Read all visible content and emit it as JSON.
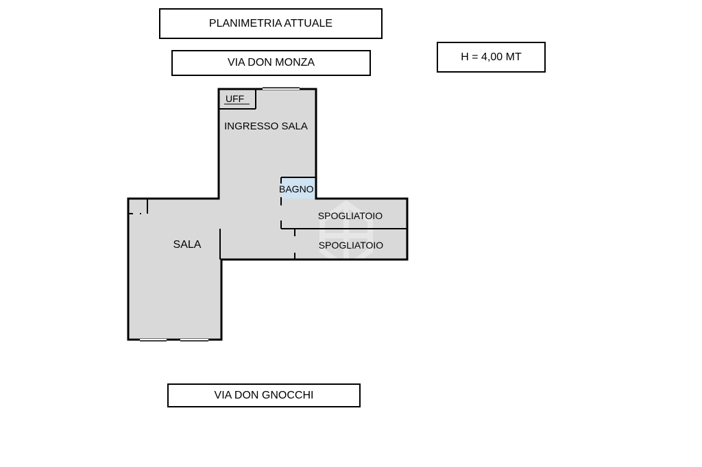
{
  "title": "PLANIMETRIA ATTUALE",
  "street_top": "VIA DON MONZA",
  "height_note": "H = 4,00 MT",
  "street_bottom": "VIA DON GNOCCHI",
  "rooms": {
    "uff": "UFF",
    "ingresso_sala": "INGRESSO SALA",
    "bagno": "BAGNO",
    "spogliatoio_1": "SPOGLIATOIO",
    "spogliatoio_2": "SPOGLIATOIO",
    "sala": "SALA"
  },
  "colors": {
    "floor": "#d9d9d9",
    "bagno": "#cfe3f2",
    "wall": "#000000"
  }
}
